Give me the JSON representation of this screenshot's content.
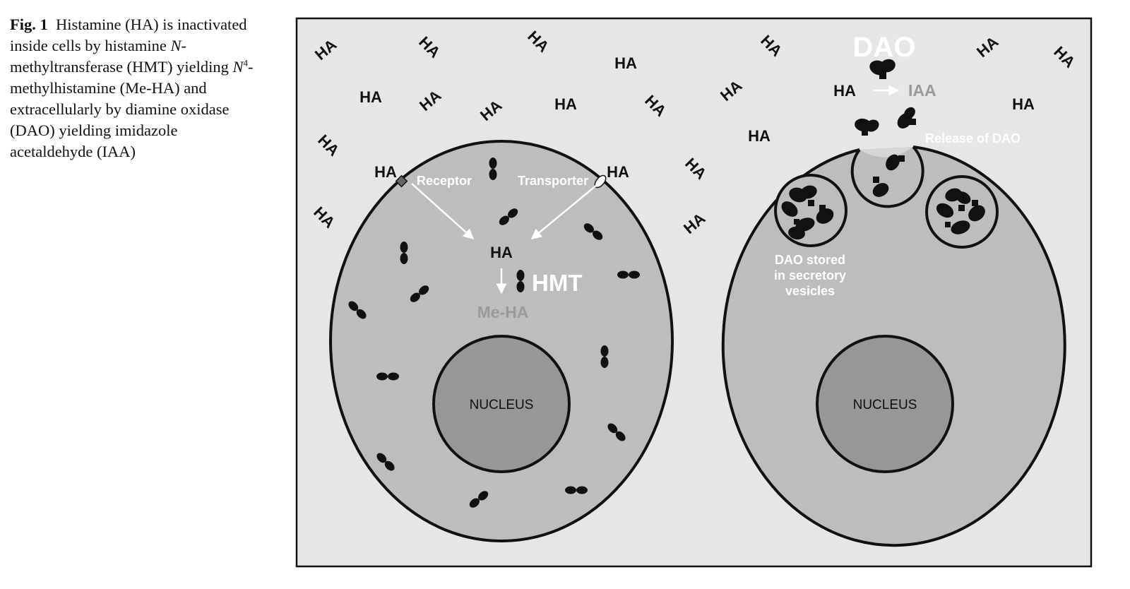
{
  "caption": {
    "label": "Fig. 1",
    "part1": "Histamine (HA) is inactivated inside cells by histamine ",
    "italic_n": "N",
    "part2": "-methyltransferase (HMT) yielding ",
    "italic_n4": "N",
    "sup4": "4",
    "part3": "-methylhistamine (Me-HA) and extracellularly by diamine oxidase (DAO) yielding imidazole acetaldehyde (IAA)"
  },
  "diagram": {
    "ha": "HA",
    "receptor": "Receptor",
    "transporter": "Transporter",
    "hmt": "HMT",
    "me_ha": "Me-HA",
    "nucleus": "NUCLEUS",
    "dao": "DAO",
    "iaa": "IAA",
    "release": "Release of DAO",
    "stored_line1": "DAO stored",
    "stored_line2": "in secretory",
    "stored_line3": "vesicles"
  },
  "colors": {
    "panel_bg": "#e6e6e6",
    "cell_fill": "#bdbdbd",
    "nucleus_fill": "#979797",
    "outline": "#111111",
    "faded_text": "#9a9a9a"
  }
}
